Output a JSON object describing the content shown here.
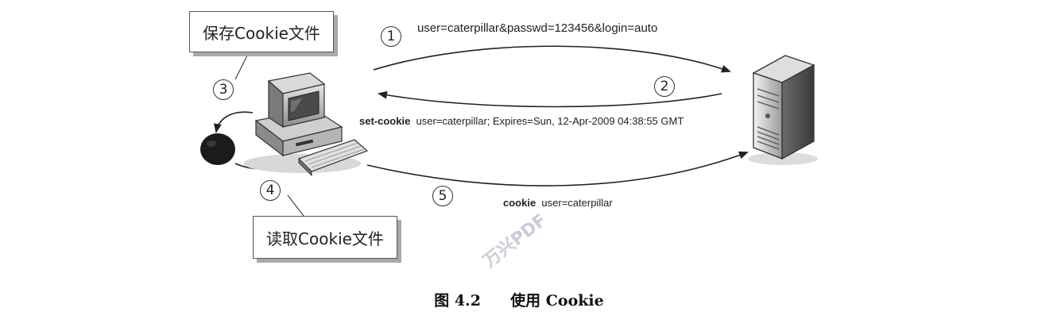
{
  "notes": {
    "save": "保存Cookie文件",
    "read": "读取Cookie文件"
  },
  "steps": [
    "1",
    "2",
    "3",
    "4",
    "5"
  ],
  "messages": {
    "request": "user=caterpillar&passwd=123456&login=auto",
    "set_cookie_keyword": "set-cookie",
    "set_cookie_value": "user=caterpillar; Expires=Sun, 12-Apr-2009 04:38:55 GMT",
    "cookie_keyword": "cookie",
    "cookie_value": "user=caterpillar"
  },
  "caption": {
    "figure": "图 4.2",
    "title": "使用 Cookie"
  },
  "watermark": "万兴PDF",
  "icons": [
    "desktop-computer-icon",
    "server-tower-icon",
    "cookie-storage-icon"
  ]
}
